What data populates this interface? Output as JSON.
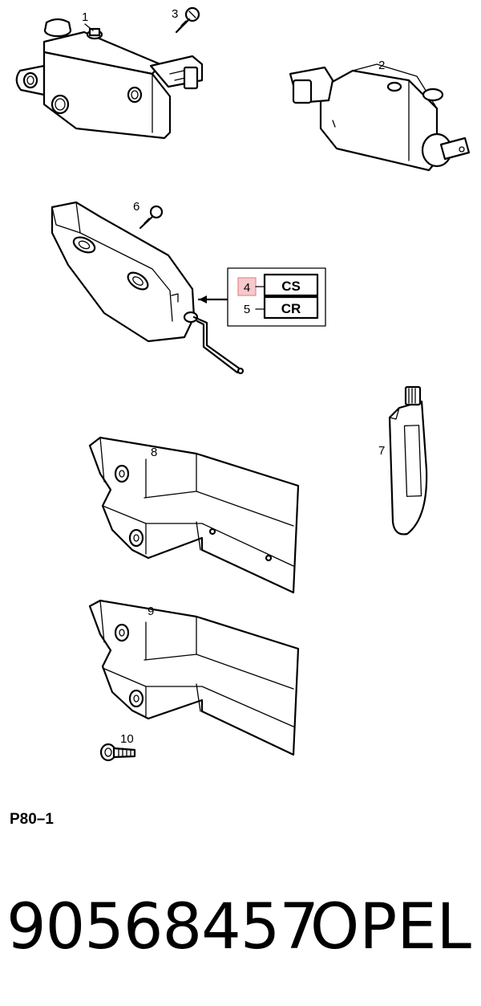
{
  "callouts": {
    "c1": "1",
    "c2": "2",
    "c3": "3",
    "c4": "4",
    "c5": "5",
    "c6": "6",
    "c7": "7",
    "c8": "8",
    "c9": "9",
    "c10": "10"
  },
  "code_box": {
    "row1": "CS",
    "row2": "CR"
  },
  "diagram_code": "P80–1",
  "footer": {
    "part_number": "90568457",
    "brand": "OPEL"
  },
  "colors": {
    "highlight": "#f6c9cc",
    "highlight_border": "#e58a90"
  }
}
